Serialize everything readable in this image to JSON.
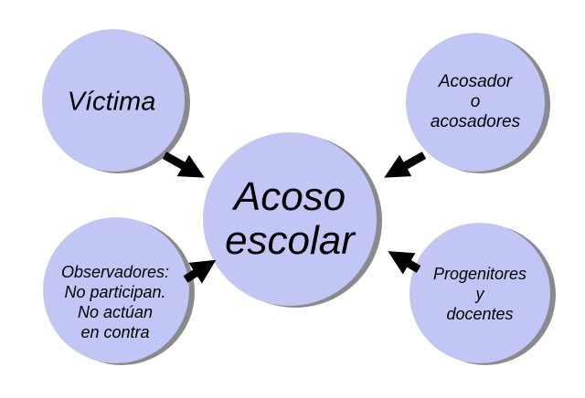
{
  "colors": {
    "fill": "#c2c6f5",
    "shadow": "#8a8a8a",
    "arrow": "#000000"
  },
  "center": {
    "lines": [
      "Acoso",
      "escolar"
    ]
  },
  "nodes": {
    "victima": {
      "lines": [
        "Víctima"
      ]
    },
    "acosador": {
      "lines": [
        "Acosador",
        "o",
        "acosadores"
      ]
    },
    "observadores": {
      "lines": [
        "Observadores:",
        "No participan.",
        "No actúan",
        "en contra"
      ]
    },
    "progenitores": {
      "lines": [
        "Progenitores",
        "y",
        "docentes"
      ]
    }
  }
}
